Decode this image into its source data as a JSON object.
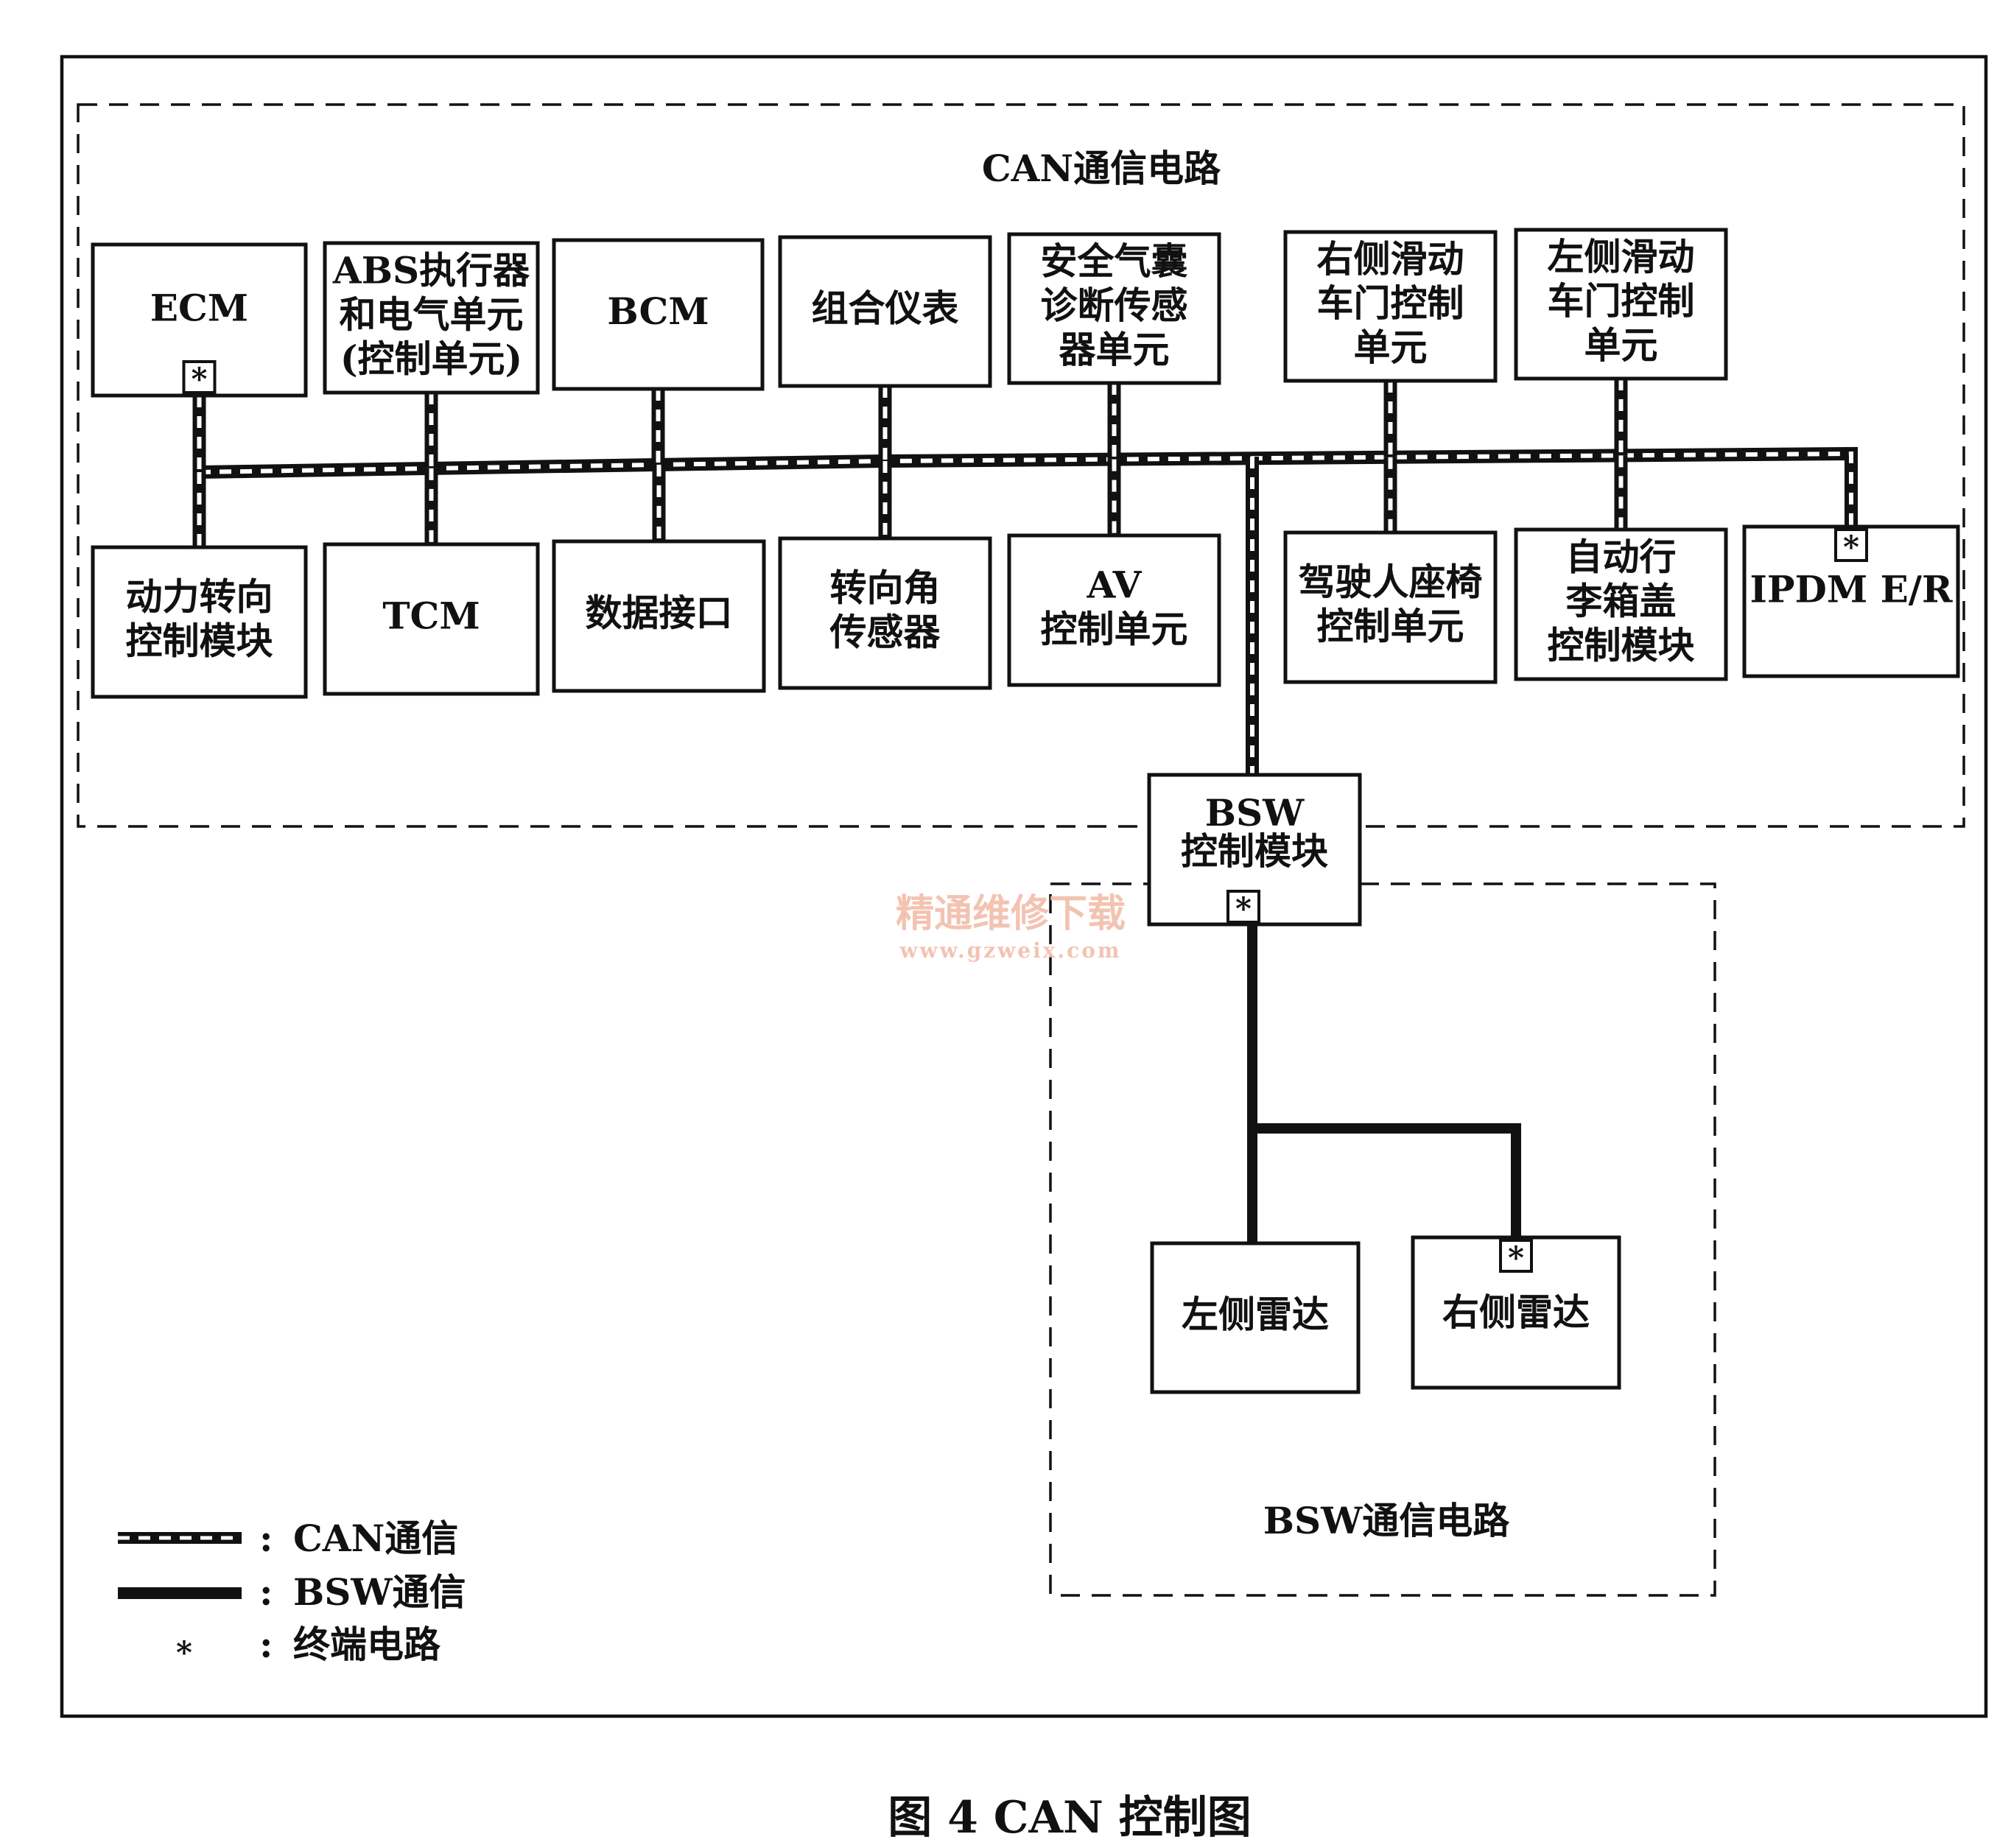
{
  "regions": {
    "can": "CAN通信电路",
    "bsw": "BSW通信电路"
  },
  "top_modules": [
    [
      "ECM"
    ],
    [
      "ABS执行器",
      "和电气单元",
      "(控制单元)"
    ],
    [
      "BCM"
    ],
    [
      "组合仪表"
    ],
    [
      "安全气囊",
      "诊断传感",
      "器单元"
    ],
    [
      "右侧滑动",
      "车门控制",
      "单元"
    ],
    [
      "左侧滑动",
      "车门控制",
      "单元"
    ]
  ],
  "bottom_modules": [
    [
      "动力转向",
      "控制模块"
    ],
    [
      "TCM"
    ],
    [
      "数据接口"
    ],
    [
      "转向角",
      "传感器"
    ],
    [
      "AV",
      "控制单元"
    ],
    [
      "驾驶人座椅",
      "控制单元"
    ],
    [
      "自动行",
      "李箱盖",
      "控制模块"
    ],
    [
      "IPDM E/R"
    ]
  ],
  "bsw_module": [
    "BSW",
    "控制模块"
  ],
  "radars": {
    "left": "左侧雷达",
    "right": "右侧雷达"
  },
  "terminal_mark": "*",
  "legend": {
    "can": "CAN通信",
    "bsw": "BSW通信",
    "terminal": "终端电路",
    "separator": ":"
  },
  "watermark": {
    "title": "精通维修下载",
    "url": "www.gzweix.com"
  },
  "caption": "图 4  CAN 控制图"
}
